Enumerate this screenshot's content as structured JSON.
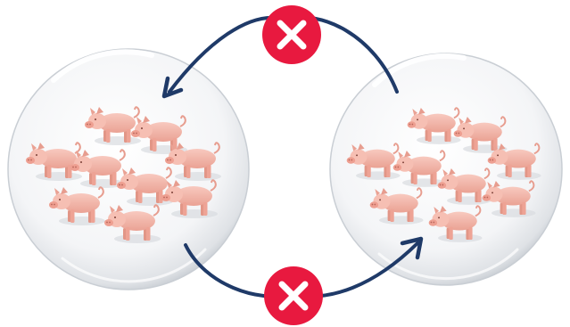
{
  "diagram": {
    "groups": [
      {
        "id": "left-herd",
        "pig_count": 9
      },
      {
        "id": "right-herd",
        "pig_count": 9
      }
    ],
    "connections": [
      {
        "id": "top-arrow",
        "direction": "right-to-left",
        "blocked": true,
        "marker": "cross-icon"
      },
      {
        "id": "bottom-arrow",
        "direction": "left-to-right",
        "blocked": true,
        "marker": "cross-icon"
      }
    ]
  },
  "colors": {
    "arrow": "#1f3a68",
    "block_badge": "#e8193f",
    "block_cross": "#ffffff",
    "pig_body": "#f4b7aa",
    "pig_shade": "#e79d8f",
    "pig_dark": "#d98a7c",
    "bubble_edge": "#cfd3d8"
  }
}
